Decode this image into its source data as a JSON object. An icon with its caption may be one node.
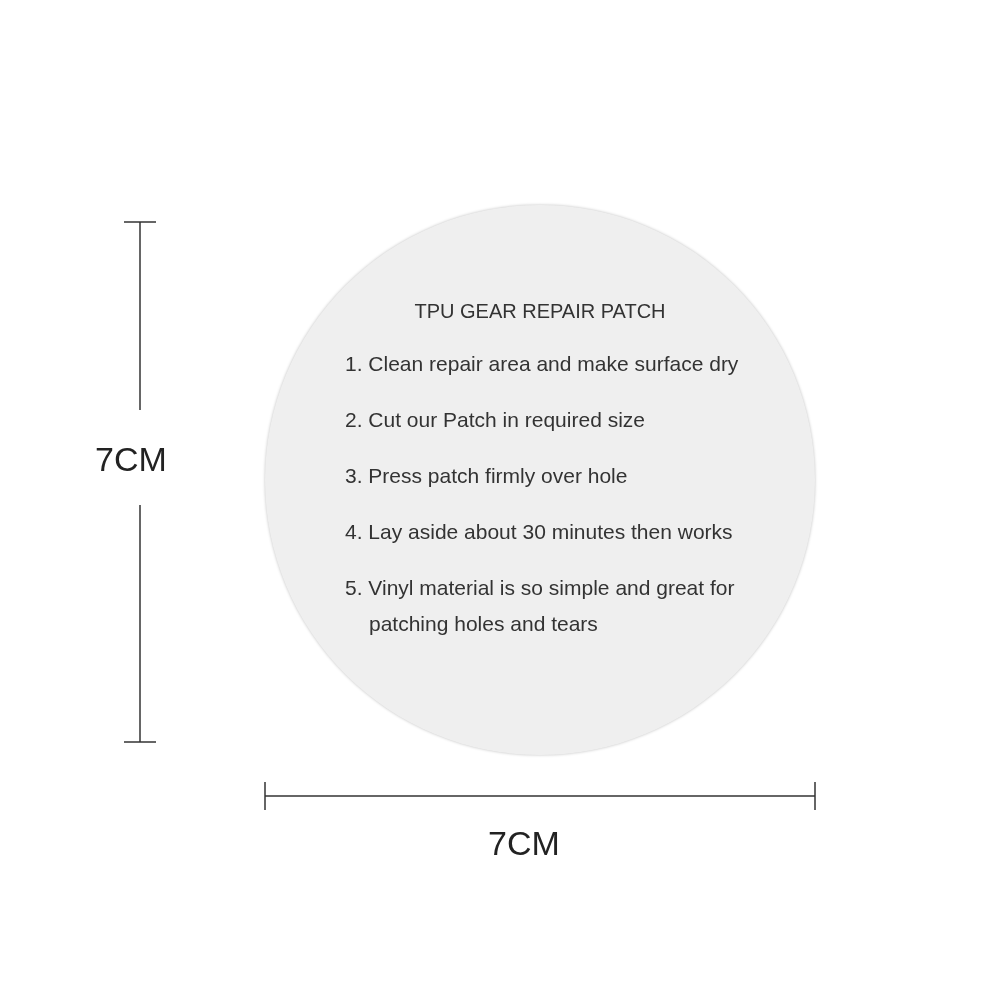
{
  "diagram": {
    "nodes": [
      {
        "text": [
          "TPU GEAR REPAIR PATCH",
          "1. Clean repair area and make surface dry",
          "2. Cut our Patch in required size",
          "3. Press patch firmly over hole",
          "4. Lay aside about 30 minutes then works",
          "5. Vinyl material is so simple and great for patching holes and tears"
        ]
      }
    ],
    "labels": [
      "7CM",
      "7CM"
    ]
  }
}
